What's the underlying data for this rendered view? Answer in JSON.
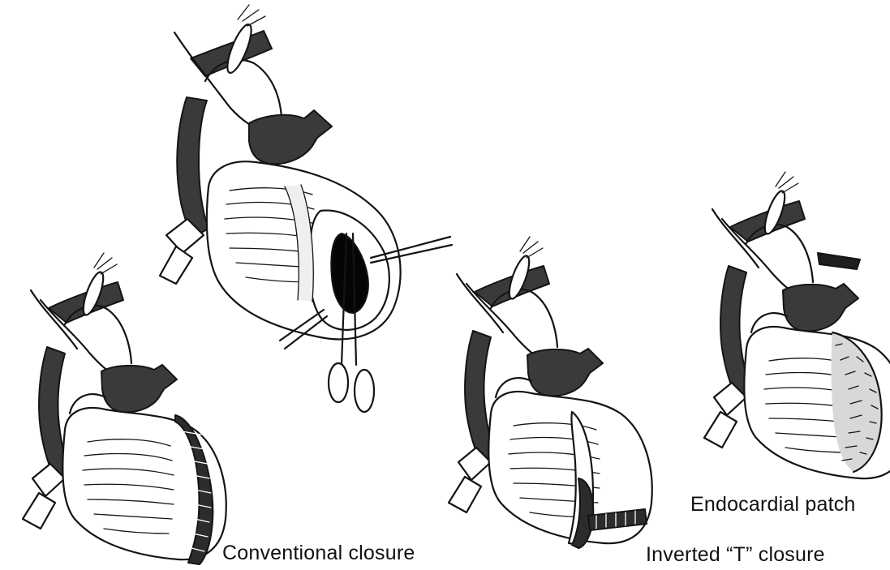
{
  "captions": {
    "conventional": "Conventional closure",
    "inverted_t": "Inverted “T” closure",
    "endocardial": "Endocardial patch"
  },
  "panels": [
    {
      "id": "open-aneurysm",
      "caption": ""
    },
    {
      "id": "conventional-closure",
      "caption": "Conventional closure"
    },
    {
      "id": "inverted-t-closure",
      "caption": "Inverted “T” closure"
    },
    {
      "id": "endocardial-patch",
      "caption": "Endocardial patch"
    }
  ],
  "colors": {
    "ink": "#141414",
    "vessel": "#3a3a3a",
    "background": "#ffffff",
    "cavity": "#050505"
  }
}
